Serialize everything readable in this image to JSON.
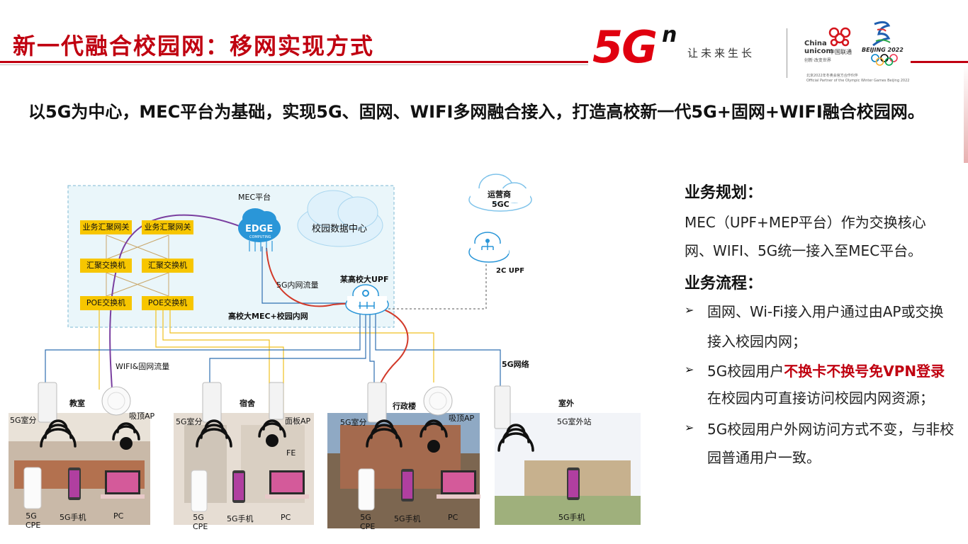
{
  "header": {
    "title": "新一代融合校园网：移网实现方式",
    "logo_5g": "5G",
    "logo_n": "n",
    "slogan": "让未来生长",
    "unicom_en": "China unicom",
    "unicom_cn": "中国联通",
    "unicom_slogan": "创新·改变世界",
    "beijing": "BEIJING 2022",
    "partner_cn": "北京2022年冬奥会官方合作伙伴",
    "partner_en": "Official Partner of the Olympic Winter Games Beijing 2022"
  },
  "subtitle": "以5G为中心，MEC平台为基础，实现5G、固网、WIFI多网融合接入，打造高校新一代5G+固网+WIFI融合校园网。",
  "right": {
    "plan_heading": "业务规划：",
    "plan_line1": "MEC（UPF+MEP平台）作为交换核心",
    "plan_line2": "网、WIFI、5G统一接入至MEC平台。",
    "flow_heading": "业务流程：",
    "bullet_marker": "➢",
    "b1_line1": "固网、Wi-Fi接入用户通过由AP或交换",
    "b1_line2": "接入校园内网；",
    "b2_pre": "5G校园用户",
    "b2_red": "不换卡不换号免VPN登录",
    "b2_line2": "在校园内可直接访问校园内网资源；",
    "b3_line1": "5G校园用户外网访问方式不变，与非校",
    "b3_line2": "园普通用户一致。"
  },
  "diagram": {
    "mec_label": "MEC平台",
    "edge": "EDGE",
    "edge_sub": "COMPUTING",
    "campus_dc": "校园数据中心",
    "carrier_line1": "运营商",
    "carrier_line2": "5GC",
    "upf_2c": "2C UPF",
    "campus_upf": "某高校大UPF",
    "internal_flow": "5G内网流量",
    "mec_campus": "高校大MEC+校园内网",
    "gw1": "业务汇聚网关",
    "gw2": "业务汇聚网关",
    "agg1": "汇聚交换机",
    "agg2": "汇聚交换机",
    "poe1": "POE交换机",
    "poe2": "POE交换机",
    "wifi_flow": "WIFI&固网流量",
    "net5g": "5G网络",
    "zones": [
      {
        "name": "教室",
        "labels": [
          "5G室分",
          "吸顶AP"
        ],
        "devices": [
          "5G CPE",
          "5G手机",
          "PC"
        ]
      },
      {
        "name": "宿舍",
        "labels": [
          "5G室分",
          "面板AP",
          "FE"
        ],
        "devices": [
          "5G CPE",
          "5G手机",
          "PC"
        ]
      },
      {
        "name": "行政楼",
        "labels": [
          "5G室分",
          "吸顶AP"
        ],
        "devices": [
          "5G CPE",
          "5G手机",
          "PC"
        ]
      },
      {
        "name": "室外",
        "labels": [
          "5G室外站"
        ],
        "devices": [
          "5G手机"
        ]
      }
    ]
  },
  "colors": {
    "brand_red": "#c00010",
    "gold": "#f7c600",
    "line_blue": "#2f6fb0",
    "line_red": "#d23a2a",
    "line_purple": "#7a3fa0",
    "line_yellow": "#f0c020"
  }
}
